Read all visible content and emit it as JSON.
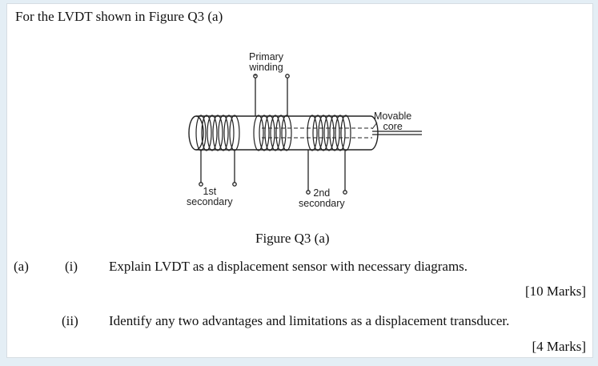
{
  "intro": "For the LVDT shown in Figure Q3 (a)",
  "figure": {
    "labels": {
      "primary_line1": "Primary",
      "primary_line2": "winding",
      "movable_line1": "Movable",
      "movable_line2": "core",
      "sec1_line1": "1st",
      "sec1_line2": "secondary",
      "sec2_line1": "2nd",
      "sec2_line2": "secondary"
    },
    "caption": "Figure Q3 (a)"
  },
  "question": {
    "part": "(a)",
    "items": [
      {
        "num": "(i)",
        "text": "Explain LVDT as a displacement sensor with necessary diagrams.",
        "marks": "[10 Marks]"
      },
      {
        "num": "(ii)",
        "text": "Identify any two advantages and limitations as a displacement transducer.",
        "marks": "[4 Marks]"
      }
    ]
  }
}
